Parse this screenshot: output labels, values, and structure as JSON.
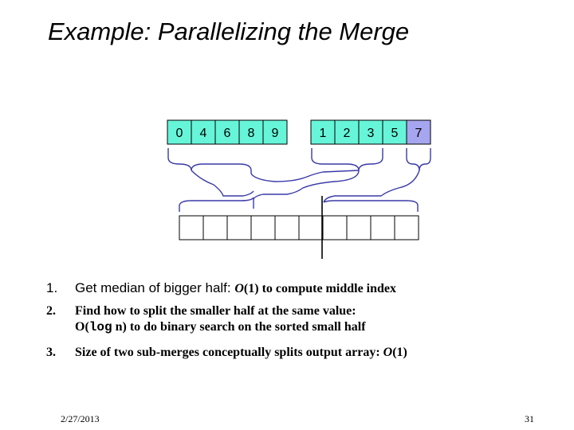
{
  "slide": {
    "title": "Example: Parallelizing the Merge",
    "date": "2/27/2013",
    "page": "31"
  },
  "arrays": {
    "left": [
      "0",
      "4",
      "6",
      "8",
      "9"
    ],
    "right": [
      "1",
      "2",
      "3",
      "5",
      "7"
    ],
    "output_slots": 10,
    "highlight_colors": {
      "cyan": "#66f5d8",
      "lavender": "#a6a6f0",
      "output": "#ffffff"
    },
    "highlighted_right_index": 4,
    "bracket_color": "#3a3aa8"
  },
  "items": [
    {
      "num": "1.",
      "text": "Get median of bigger half: ",
      "formula_o": "O",
      "formula_rest": "(1) to compute middle index"
    },
    {
      "num": "2.",
      "text": "Find how to split the smaller half at the same value:",
      "line2_a": "O(",
      "line2_mono": "log",
      "line2_b": " n) to do binary search on the sorted small half"
    },
    {
      "num": "3.",
      "text": "Size of two sub-merges conceptually splits output array: ",
      "formula_o": "O",
      "formula_rest": "(1)"
    }
  ]
}
